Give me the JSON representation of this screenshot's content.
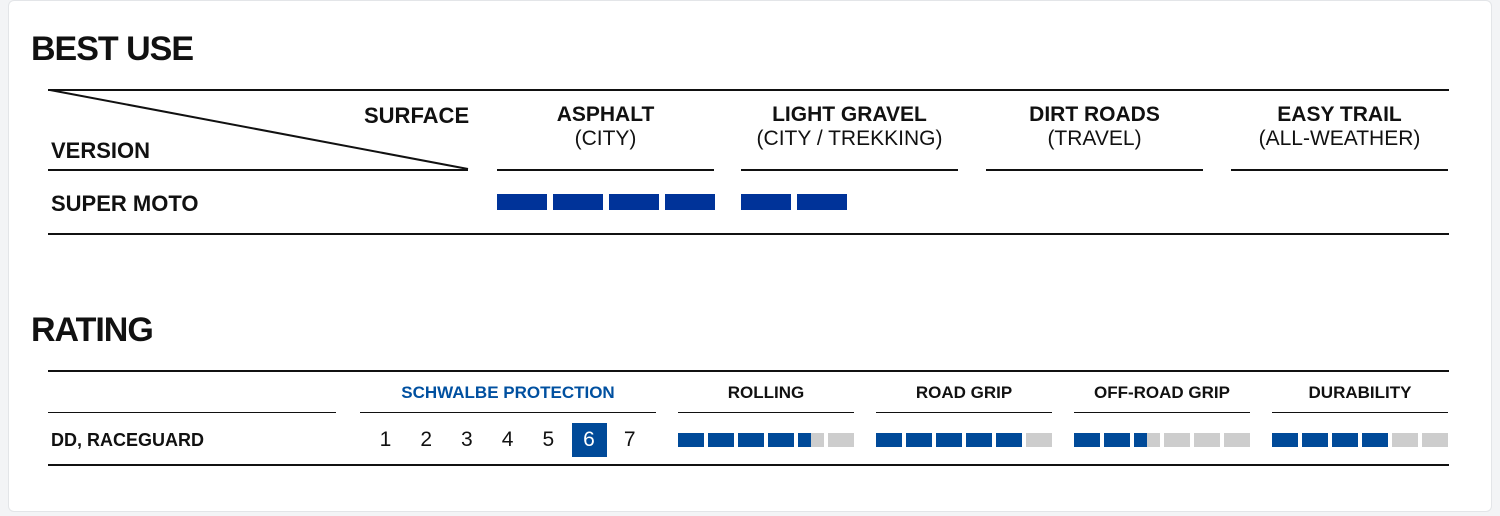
{
  "best_use": {
    "title": "BEST USE",
    "surface_label": "SURFACE",
    "version_label": "VERSION",
    "columns": [
      {
        "name": "ASPHALT",
        "sub": "(CITY)"
      },
      {
        "name": "LIGHT GRAVEL",
        "sub": "(CITY / TREKKING)"
      },
      {
        "name": "DIRT ROADS",
        "sub": "(TRAVEL)"
      },
      {
        "name": "EASY TRAIL",
        "sub": "(ALL-WEATHER)"
      }
    ],
    "rows": [
      {
        "version": "SUPER MOTO",
        "levels": [
          4,
          2,
          0,
          0
        ],
        "max": 4
      }
    ],
    "bar_color": "#003399"
  },
  "rating": {
    "title": "RATING",
    "protection_label": "SCHWALBE PROTECTION",
    "protection_color": "#0050a0",
    "row_label": "DD, RACEGUARD",
    "protection_scale": [
      "1",
      "2",
      "3",
      "4",
      "5",
      "6",
      "7"
    ],
    "protection_value": 6,
    "metrics": [
      {
        "name": "ROLLING",
        "value": 4.5,
        "max": 6
      },
      {
        "name": "ROAD GRIP",
        "value": 5,
        "max": 6
      },
      {
        "name": "OFF-ROAD GRIP",
        "value": 2.5,
        "max": 6
      },
      {
        "name": "DURABILITY",
        "value": 4,
        "max": 6
      }
    ],
    "bar_color": "#004a99",
    "empty_color": "#cdcdcd"
  }
}
